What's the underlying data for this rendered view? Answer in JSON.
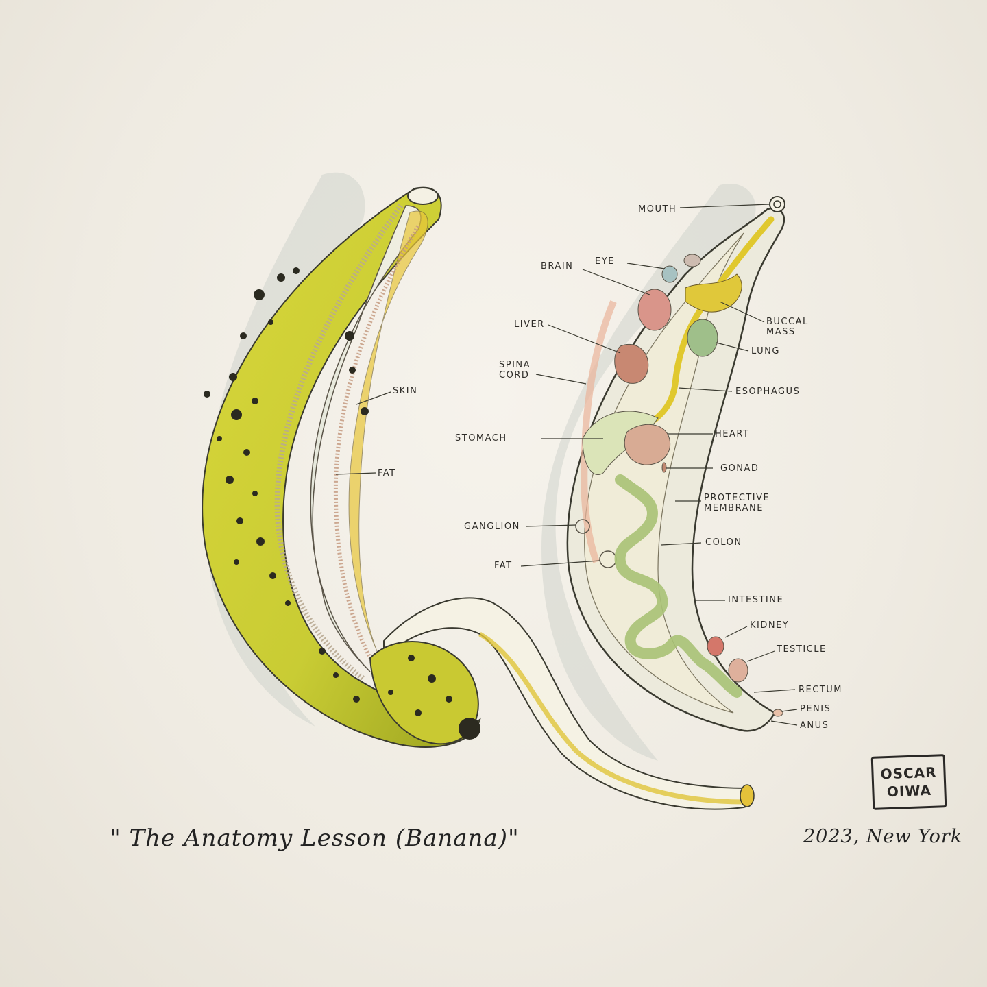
{
  "artwork": {
    "title": "\" The Anatomy Lesson (Banana)\"",
    "place_date": "2023, New York",
    "signature_stamp": [
      "OSCAR",
      "OIWA"
    ],
    "colors": {
      "paper": "#efebe2",
      "banana_yellow": "#d9d63a",
      "peel_inner": "#f3f0d8",
      "ink": "#2e2c28"
    }
  },
  "left_banana": {
    "labels": {
      "skin": "SKIN",
      "fat": "FAT"
    }
  },
  "right_banana": {
    "labels": {
      "mouth": "MOUTH",
      "brain": "BRAIN",
      "eye": "EYE",
      "buccal_mass": "BUCCAL MASS",
      "liver": "LIVER",
      "lung": "LUNG",
      "spinal_cord": "SPINA CORD",
      "esophagus": "ESOPHAGUS",
      "stomach": "STOMACH",
      "heart": "HEART",
      "gonad": "GONAD",
      "protective_membrane": "PROTECTIVE MEMBRANE",
      "ganglion": "GANGLION",
      "colon": "COLON",
      "fat": "FAT",
      "intestine": "INTESTINE",
      "kidney": "KIDNEY",
      "testicle": "TESTICLE",
      "rectum": "RECTUM",
      "penis": "PENIS",
      "anus": "ANUS"
    }
  }
}
